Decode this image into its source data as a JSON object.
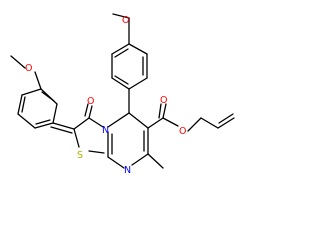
{
  "molecule": {
    "atoms": {
      "o_methoxy_top": "O",
      "o_methoxy_left": "O",
      "o_carbonyl_ring": "O",
      "o_ester_carbonyl": "O",
      "o_ester_link": "O",
      "n_ring": "N",
      "s_ring": "S",
      "n_lower": "N"
    }
  },
  "colors": {
    "bond": "#000000",
    "oxygen": "#ff0000",
    "nitrogen": "#0000ff",
    "sulfur": "#b2b200"
  }
}
